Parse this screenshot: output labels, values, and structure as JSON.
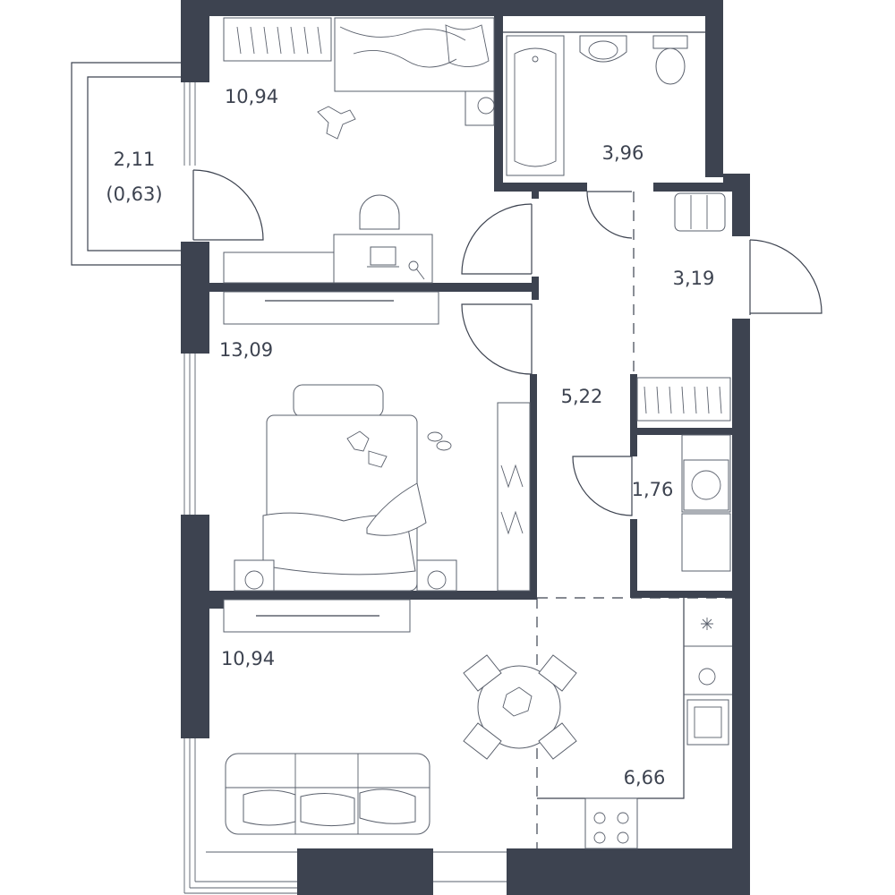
{
  "rooms": [
    {
      "id": "bedroom-1",
      "area": "10,94"
    },
    {
      "id": "bathroom",
      "area": "3,96"
    },
    {
      "id": "balcony",
      "area": "2,11",
      "sub_area": "(0,63)"
    },
    {
      "id": "entrance",
      "area": "3,19"
    },
    {
      "id": "bedroom-2",
      "area": "13,09"
    },
    {
      "id": "hallway",
      "area": "5,22"
    },
    {
      "id": "laundry",
      "area": "1,76"
    },
    {
      "id": "living-room",
      "area": "10,94"
    },
    {
      "id": "kitchen",
      "area": "6,66"
    }
  ],
  "colors": {
    "wall": "#3d4350",
    "background": "#ffffff"
  }
}
